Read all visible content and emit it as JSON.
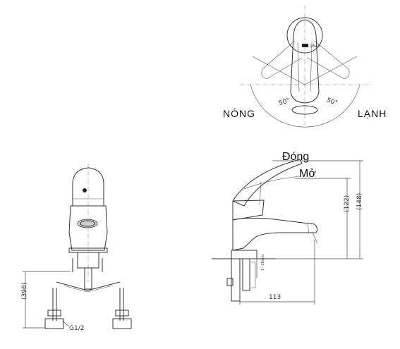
{
  "labels": {
    "hot": "NÓNG",
    "cold": "LẠNH",
    "close": "Đóng",
    "open": "Mở",
    "angle_left": "50°",
    "angle_right": "50°",
    "brand": "LINAX",
    "dim_height_total": "(148)",
    "dim_height_spout": "(122)",
    "dim_spout_reach": "113",
    "dim_hose": "(396)",
    "thread": "G1/2",
    "mount_note": "1~30mm"
  }
}
